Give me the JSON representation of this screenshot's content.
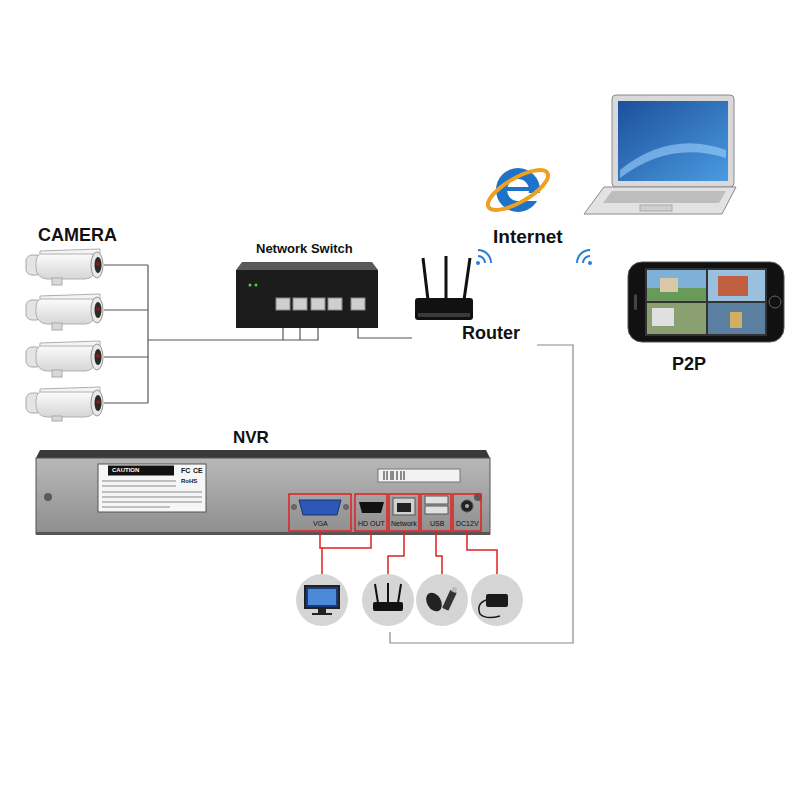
{
  "diagram": {
    "nodes": [
      {
        "text": [
          "CAMERA"
        ]
      },
      {
        "text": [
          "Network Switch"
        ]
      },
      {
        "text": [
          "Router"
        ]
      },
      {
        "text": [
          "Internet"
        ]
      },
      {
        "text": [
          "P2P"
        ]
      },
      {
        "text": [
          "NVR"
        ]
      }
    ],
    "edges": [
      {
        "from": 0,
        "to": 1,
        "arrow": "none"
      },
      {
        "from": 1,
        "to": 2,
        "arrow": "none"
      },
      {
        "from": 2,
        "to": 5,
        "arrow": "none"
      }
    ],
    "labels": [
      "CAUTION",
      "FC",
      "CE",
      "RoHS",
      "VGA",
      "HD OUT",
      "Network",
      "USB",
      "DC12V"
    ]
  }
}
